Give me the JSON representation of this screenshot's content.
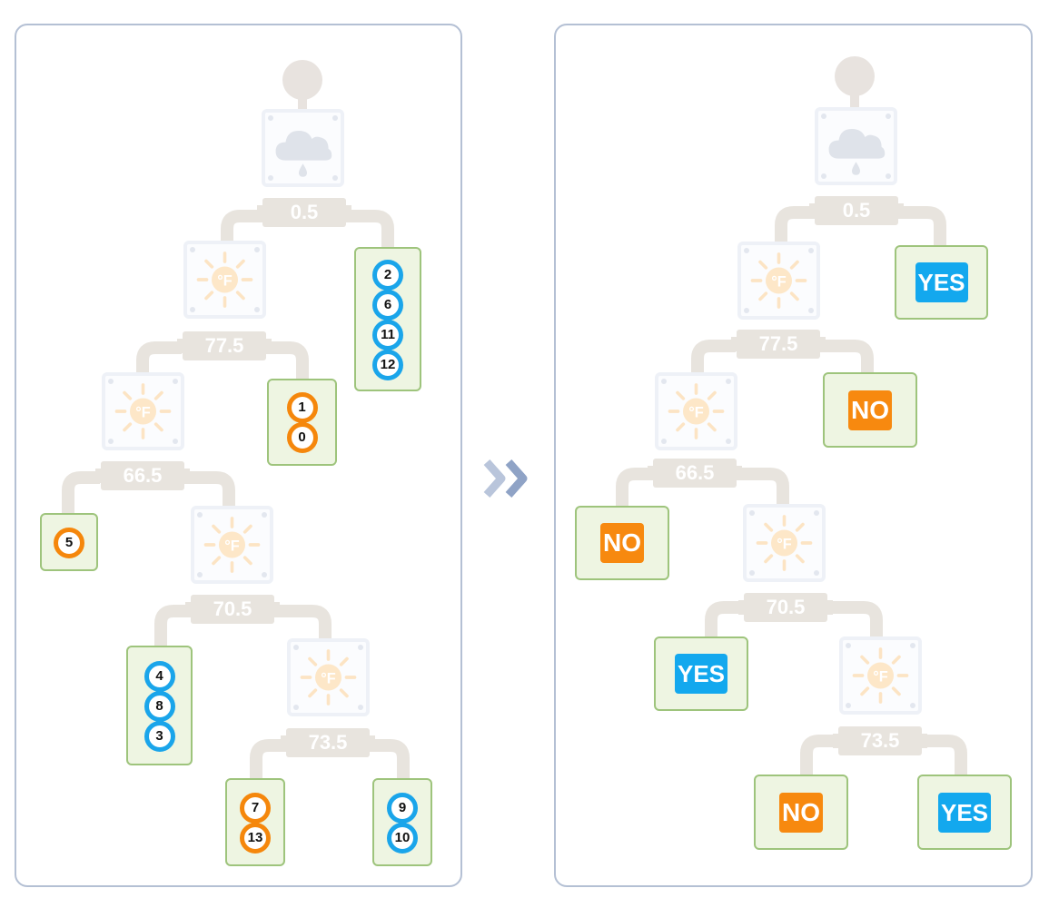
{
  "colors": {
    "blue": "#1aa5ea",
    "orange": "#f5870c",
    "leaf_border": "#9ec47c",
    "leaf_fill": "#eef5e2",
    "panel_border": "#b4c0d4",
    "faded_gray": "#e8e4de"
  },
  "icons": {
    "root": "cloud-rain-icon",
    "split": "sun-thermometer-icon",
    "transition": "double-chevron-right-icon"
  },
  "left_tree": {
    "thresholds": [
      "0.5",
      "77.5",
      "66.5",
      "70.5",
      "73.5"
    ],
    "leaves": [
      [
        "2",
        "6",
        "11",
        "12"
      ],
      [
        "1",
        "0"
      ],
      [
        "5"
      ],
      [
        "4",
        "8",
        "3"
      ],
      [
        "7",
        "13"
      ],
      [
        "9",
        "10"
      ]
    ]
  },
  "right_tree": {
    "thresholds": [
      "0.5",
      "77.5",
      "66.5",
      "70.5",
      "73.5"
    ],
    "leaves": [
      "YES",
      "NO",
      "NO",
      "YES",
      "NO",
      "YES"
    ]
  }
}
